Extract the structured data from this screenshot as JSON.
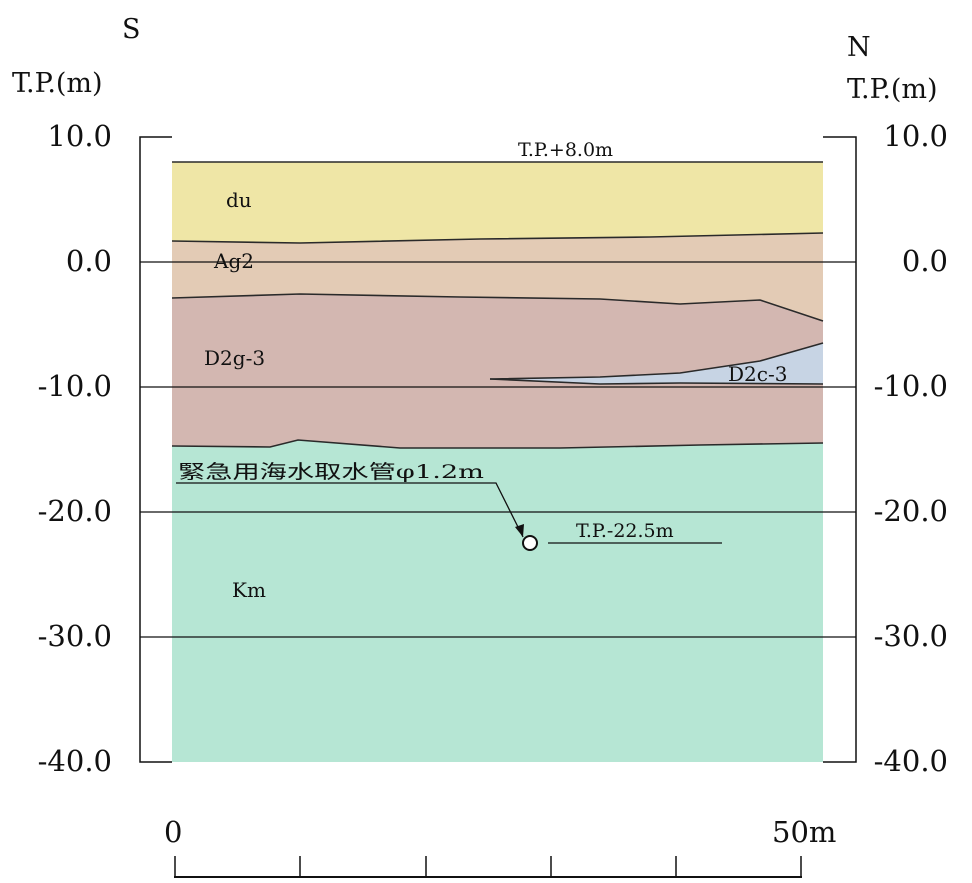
{
  "left_axis": {
    "direction": "S",
    "unit_label": "T.P.(m)",
    "ticks": [
      "10.0",
      "0.0",
      "-10.0",
      "-20.0",
      "-30.0",
      "-40.0"
    ]
  },
  "right_axis": {
    "direction": "N",
    "unit_label": "T.P.(m)",
    "ticks": [
      "10.0",
      "0.0",
      "-10.0",
      "-20.0",
      "-30.0",
      "-40.0"
    ]
  },
  "elevation_range_m": [
    -40,
    10
  ],
  "section_length_m": 52,
  "ground_surface": {
    "label": "T.P.+8.0m",
    "elevation_m": 8.0
  },
  "layers": [
    {
      "name": "du",
      "color": "#efe6a6"
    },
    {
      "name": "Ag2",
      "color": "#e3cbb5"
    },
    {
      "name": "D2g-3",
      "color": "#d3b7b1"
    },
    {
      "name": "D2c-3",
      "color": "#c7d4e4"
    },
    {
      "name": "Km",
      "color": "#b6e6d4"
    }
  ],
  "pipe": {
    "label": "緊急用海水取水管φ1.2m",
    "elevation_label": "T.P.-22.5m",
    "elevation_m": -22.5,
    "diameter_m": 1.2
  },
  "scale_bar": {
    "start_label": "0",
    "end_label": "50m",
    "divisions": 5
  }
}
